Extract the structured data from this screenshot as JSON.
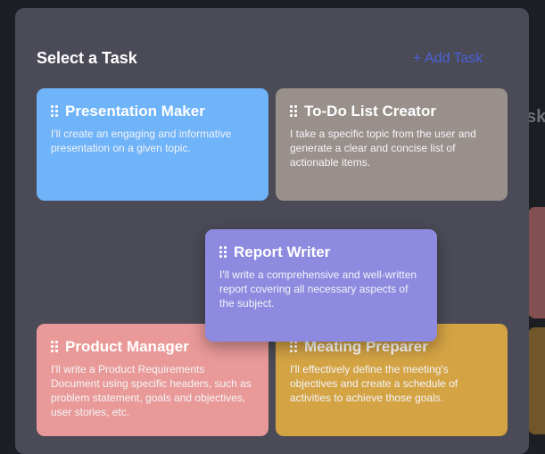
{
  "modal": {
    "title": "Select a Task",
    "add_task_label": "+ Add Task"
  },
  "background": {
    "side_text": "sk"
  },
  "tasks": [
    {
      "title": "Presentation Maker",
      "description": "I'll create an engaging and informative presentation on a given topic.",
      "color": "#6fb3f9"
    },
    {
      "title": "To-Do List Creator",
      "description": "I take a specific topic from the user and generate a clear and concise list of actionable items.",
      "color": "#99908c"
    },
    {
      "title": "Report Writer",
      "description": "I'll write a comprehensive and well-written report covering all necessary aspects of the subject.",
      "color": "#8e8ae0"
    },
    {
      "title": "Product Manager",
      "description": "I'll write a Product Requirements Document using specific headers, such as problem statement, goals and objectives, user stories, etc.",
      "color": "#e99a98"
    },
    {
      "title": "Meating Preparer",
      "description": "I'll effectively define the meeting's objectives and create a schedule of activities to achieve those goals.",
      "color": "#d4a344"
    }
  ]
}
